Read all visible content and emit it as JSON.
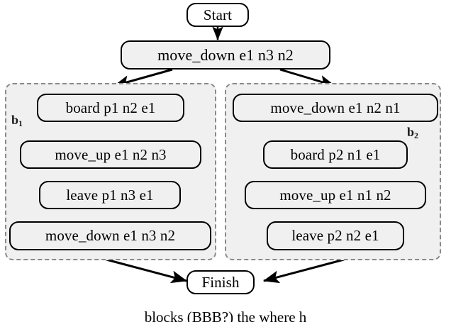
{
  "diagram": {
    "title_text": "",
    "colors": {
      "block_fill": "#f0f0f0",
      "block_border": "#8a8a8a",
      "node_border": "#000000",
      "node_fill": "#f0f0f0",
      "terminal_fill": "#ffffff",
      "text": "#000000",
      "background": "#ffffff"
    },
    "start_node": {
      "label": "Start"
    },
    "root_action": {
      "label": "move_down e1 n3 n2"
    },
    "finish_node": {
      "label": "Finish"
    },
    "blocks": [
      {
        "id": "b1",
        "label": "b",
        "subscript": "1",
        "label_side": "left",
        "steps": [
          {
            "label": "board p1 n2 e1"
          },
          {
            "label": "move_up e1 n2 n3"
          },
          {
            "label": "leave p1 n3 e1"
          },
          {
            "label": "move_down e1 n3 n2"
          }
        ]
      },
      {
        "id": "b2",
        "label": "b",
        "subscript": "2",
        "label_side": "right",
        "steps": [
          {
            "label": "move_down e1 n2 n1"
          },
          {
            "label": "board p2 n1 e1"
          },
          {
            "label": "move_up e1 n1 n2"
          },
          {
            "label": "leave p2 n2 e1"
          }
        ]
      }
    ]
  },
  "caption": {
    "text": "blocks (BBB?) the where h"
  }
}
